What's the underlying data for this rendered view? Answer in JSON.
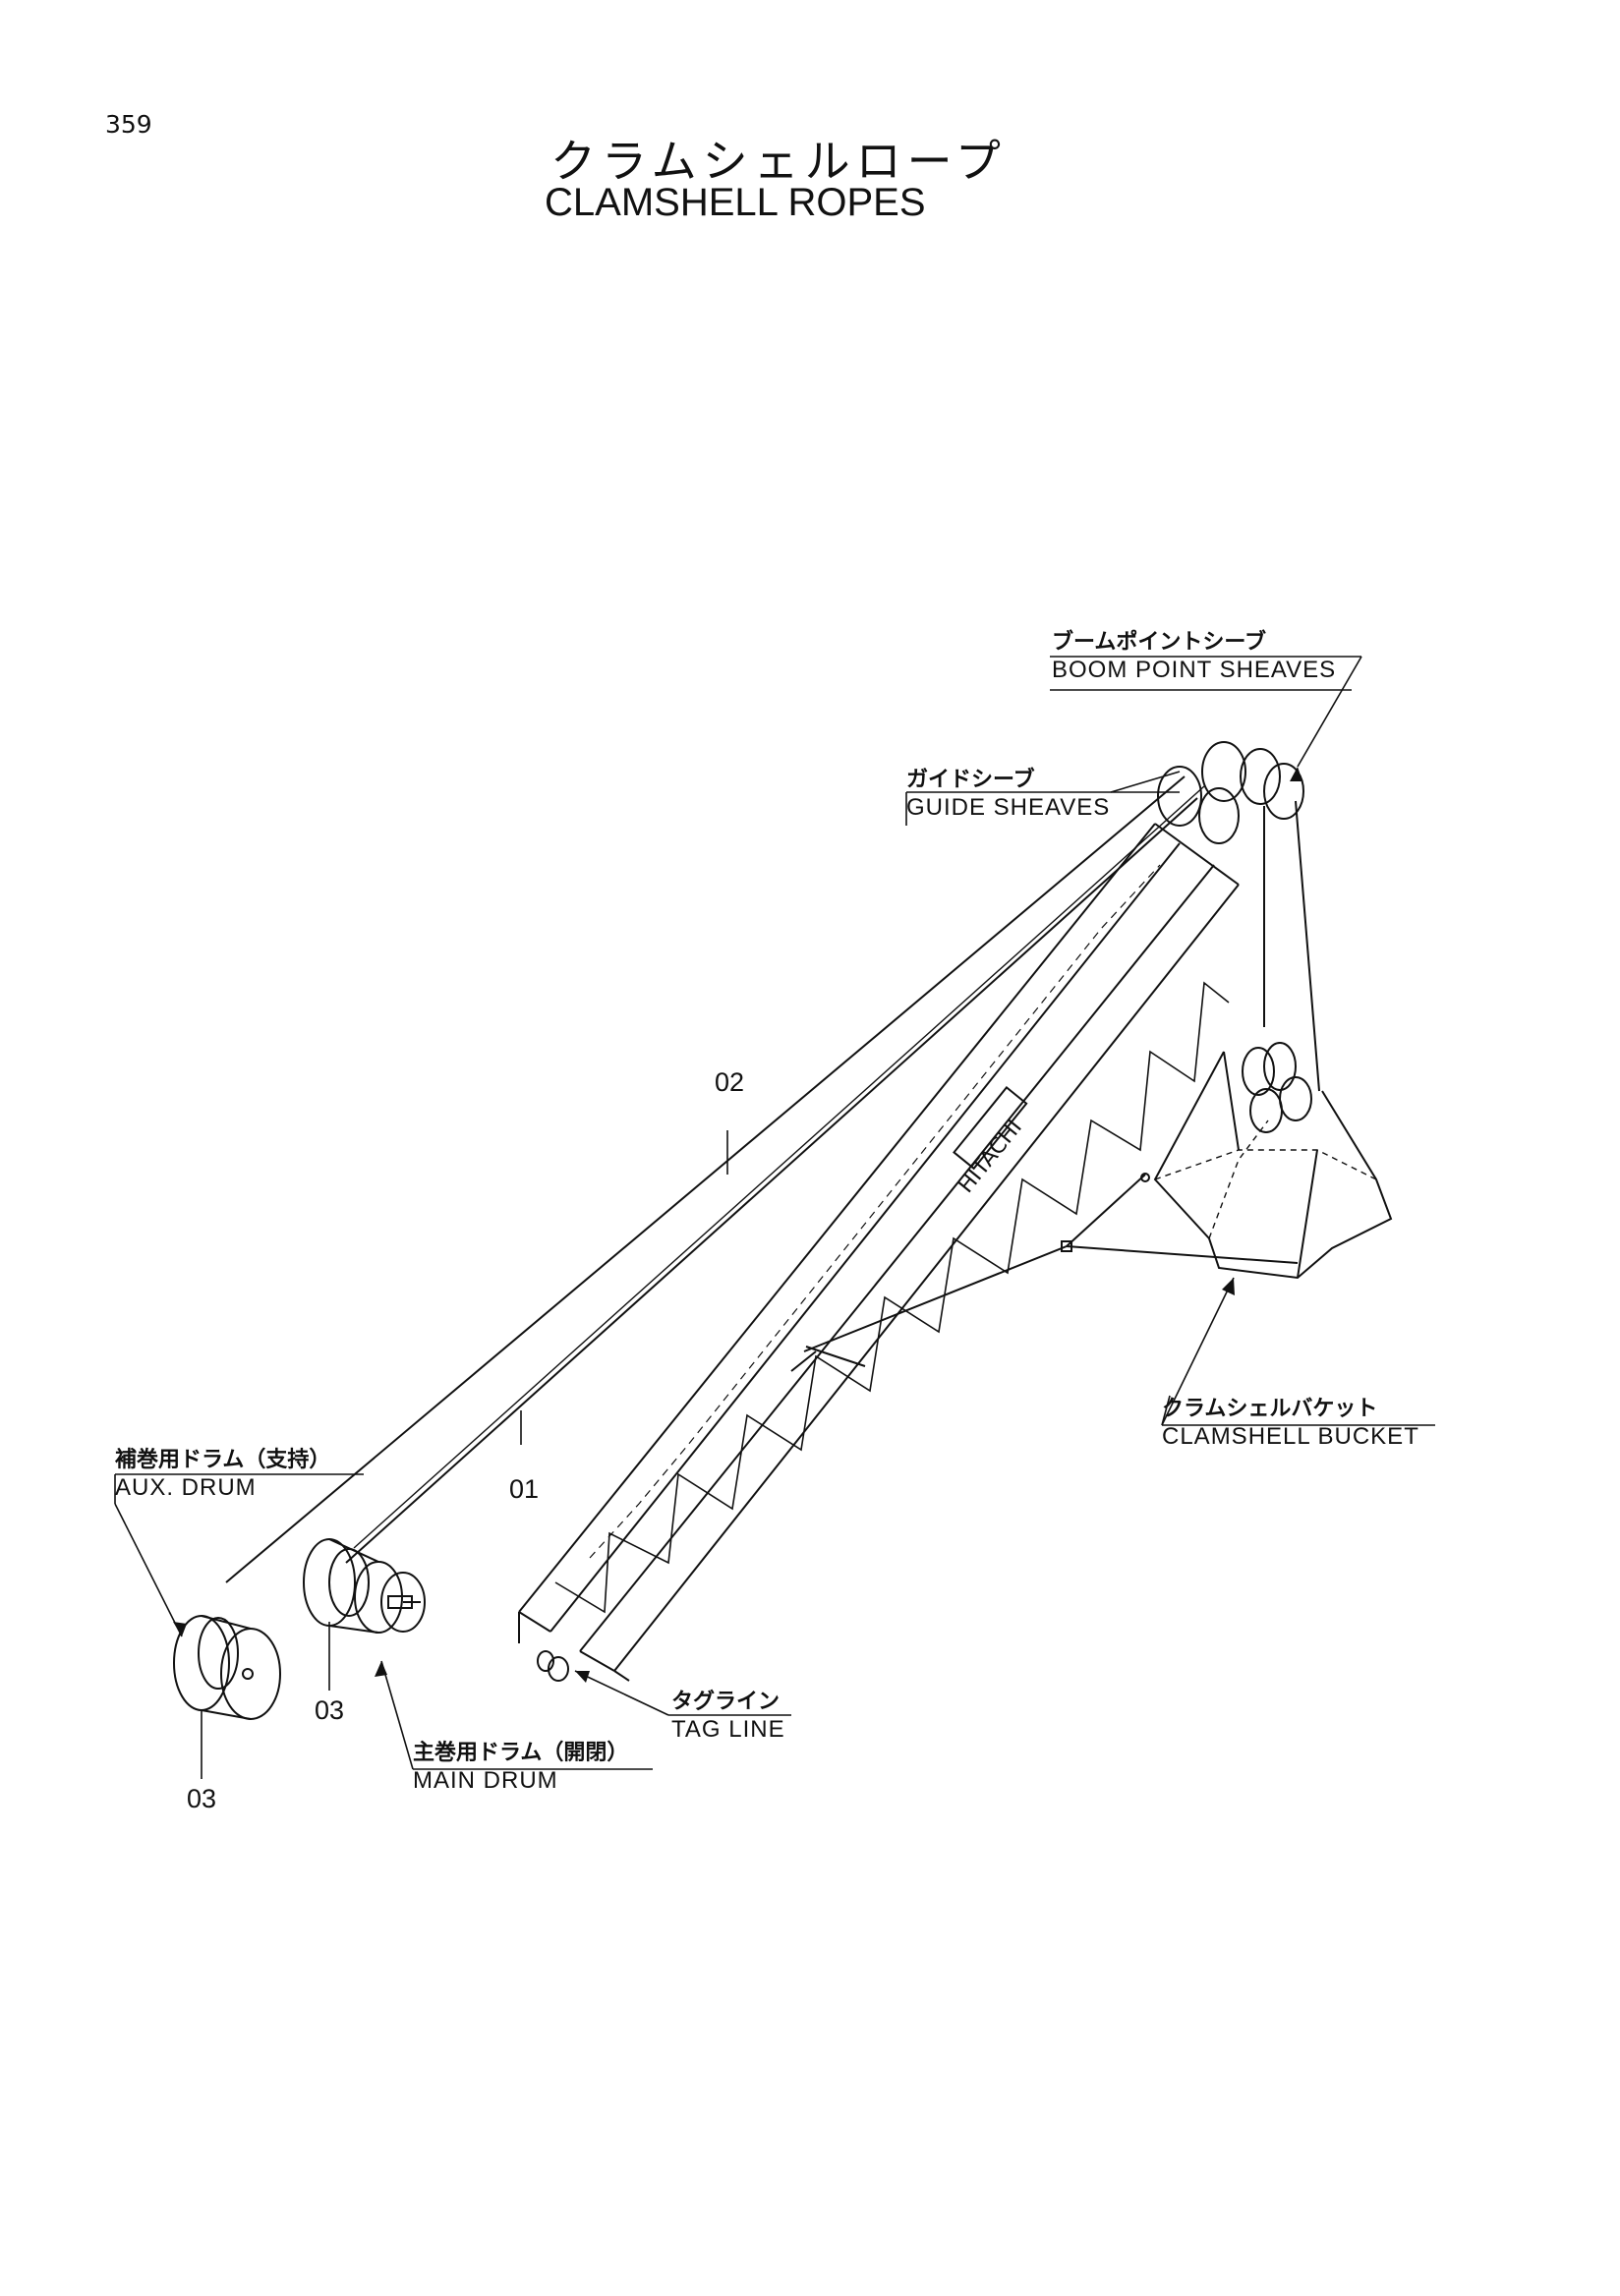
{
  "page_number": "359",
  "title": {
    "jp": "クラムシェルロープ",
    "en": "CLAMSHELL ROPES"
  },
  "labels": {
    "boom_point_sheaves": {
      "jp": "ブームポイントシーブ",
      "en": "BOOM POINT SHEAVES"
    },
    "guide_sheaves": {
      "jp": "ガイドシーブ",
      "en": "GUIDE SHEAVES"
    },
    "clamshell_bucket": {
      "jp": "クラムシェルバケット",
      "en": "CLAMSHELL BUCKET"
    },
    "aux_drum": {
      "jp": "補巻用ドラム（支持）",
      "en": "AUX. DRUM"
    },
    "main_drum": {
      "jp": "主巻用ドラム（開閉）",
      "en": "MAIN DRUM"
    },
    "tag_line": {
      "jp": "タグライン",
      "en": "TAG LINE"
    }
  },
  "part_numbers": {
    "rope_02": "02",
    "rope_01": "01",
    "drum_main_03": "03",
    "drum_aux_03": "03"
  },
  "boom_logo": "HITACHI"
}
